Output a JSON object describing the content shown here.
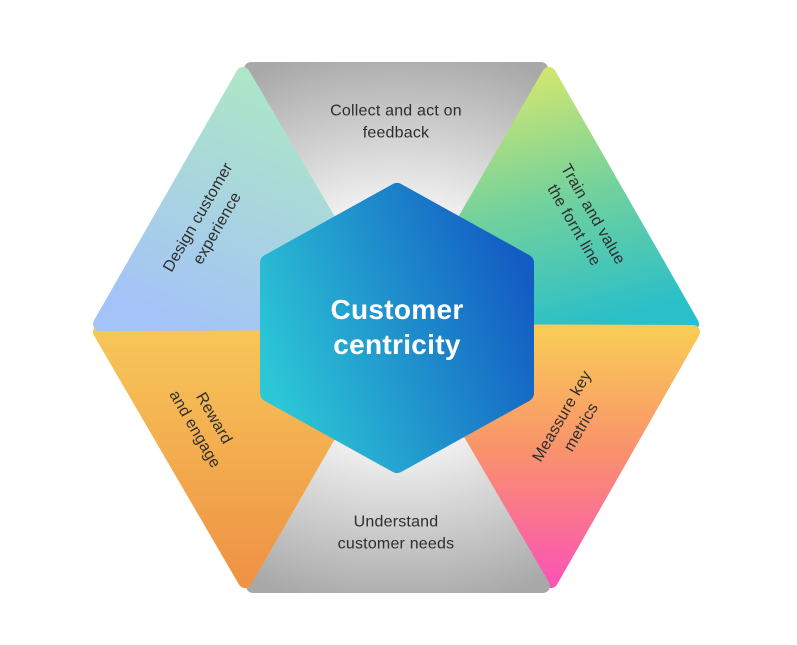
{
  "diagram": {
    "title": "Customer centricity",
    "background": "#ffffff"
  },
  "center": {
    "label": "Customer\ncentricity",
    "text_color": "#ffffff",
    "colors": {
      "from": "#2cc7d6",
      "to": "#135cc3"
    }
  },
  "segments": [
    {
      "id": "top",
      "label": "Collect and act on\nfeedback",
      "text_color": "#2e2e2e",
      "colors": {
        "from": "#ffffff",
        "to": "#a8a8a8"
      }
    },
    {
      "id": "top-right",
      "label": "Train and value\nthe fornt line",
      "text_color": "#2e2e2e",
      "colors": {
        "from": "#d5e76f",
        "mid": "#74d29c",
        "to": "#2abfc9"
      }
    },
    {
      "id": "bottom-right",
      "label": "Meassure key\nmetrics",
      "text_color": "#2e2e2e",
      "colors": {
        "from": "#f9cb56",
        "mid": "#f9926c",
        "to": "#fb55b5"
      }
    },
    {
      "id": "bottom",
      "label": "Understand\ncustomer needs",
      "text_color": "#2e2e2e",
      "colors": {
        "from": "#ffffff",
        "to": "#a8a8a8"
      }
    },
    {
      "id": "bottom-left",
      "label": "Reward\nand engage",
      "text_color": "#2e2e2e",
      "colors": {
        "from": "#f7c659",
        "to": "#ef9244"
      }
    },
    {
      "id": "top-left",
      "label": "Design customer\nexperience",
      "text_color": "#2e2e2e",
      "colors": {
        "from": "#aeeac2",
        "to": "#a4c3f8"
      }
    }
  ]
}
